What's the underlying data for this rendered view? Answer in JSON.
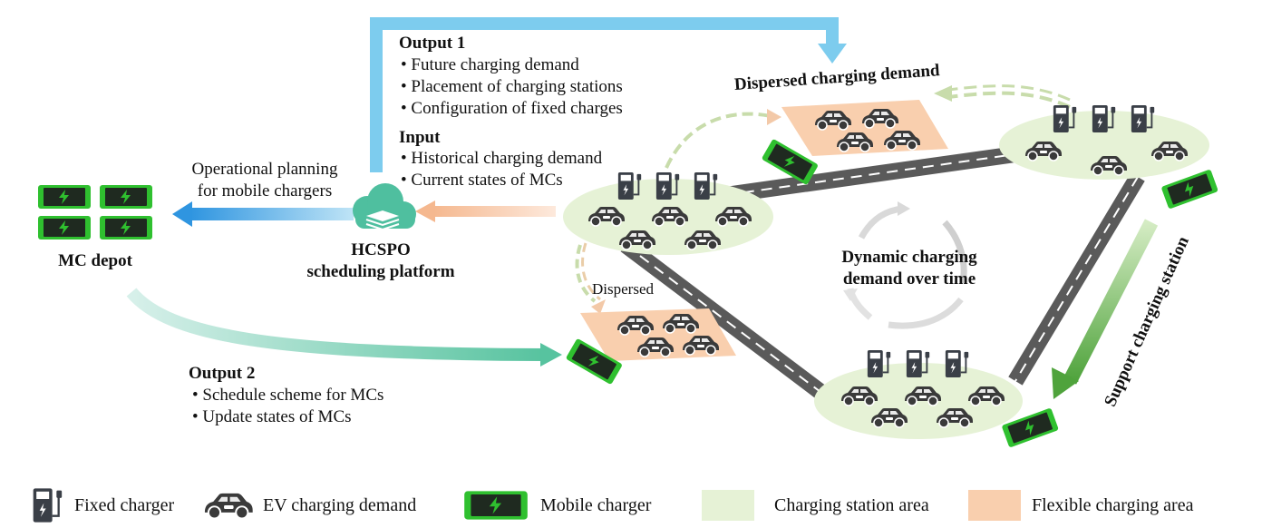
{
  "diagram": {
    "output1": {
      "heading": "Output 1",
      "items": [
        "Future charging demand",
        "Placement of charging stations",
        "Configuration of fixed charges"
      ]
    },
    "input": {
      "heading": "Input",
      "items": [
        "Historical charging demand",
        "Current states of MCs"
      ]
    },
    "operational_planning": [
      "Operational planning",
      "for mobile chargers"
    ],
    "platform": [
      "HCSPO",
      "scheduling platform"
    ],
    "depot": "MC depot",
    "output2": {
      "heading": "Output 2",
      "items": [
        "Schedule scheme for MCs",
        "Update states of MCs"
      ]
    },
    "dispersed_top": "Dispersed charging demand",
    "dispersed_left": "Dispersed",
    "dynamic": [
      "Dynamic charging",
      "demand over time"
    ],
    "support": "Support charging station"
  },
  "legend": {
    "fixed_charger": "Fixed charger",
    "ev_demand": "EV charging demand",
    "mobile_charger": "Mobile charger",
    "station_area": "Charging station area",
    "flexible_area": "Flexible charging area"
  },
  "colors": {
    "station_area": "#e6f2d6",
    "flexible_area": "#f9cfae",
    "mobile_green": "#2fc02f",
    "blue_arrow": "#6ec8ea",
    "teal_arrow": "#5cc3a6",
    "peach_arrow": "#f6c7a6",
    "road": "#555555"
  }
}
